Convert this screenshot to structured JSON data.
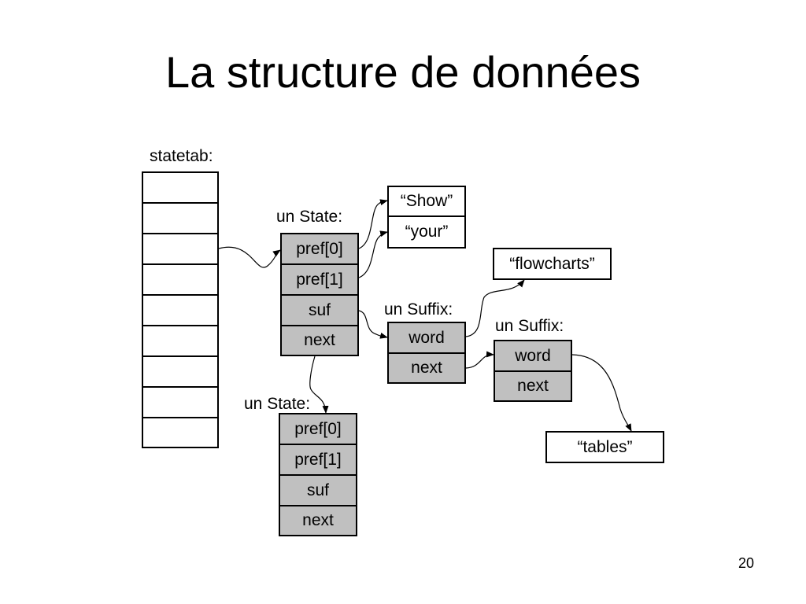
{
  "title": "La structure de données",
  "page_number": "20",
  "statetab": {
    "label": "statetab:",
    "rows": [
      "",
      "",
      "",
      "",
      "",
      "",
      "",
      "",
      ""
    ]
  },
  "state1": {
    "label": "un State:",
    "fields": [
      "pref[0]",
      "pref[1]",
      "suf",
      "next"
    ]
  },
  "state2": {
    "label": "un State:",
    "fields": [
      "pref[0]",
      "pref[1]",
      "suf",
      "next"
    ]
  },
  "words": {
    "show": "“Show”",
    "your": "“your”",
    "flowcharts": "“flowcharts”",
    "tables": "“tables”"
  },
  "suffix1": {
    "label": "un Suffix:",
    "fields": [
      "word",
      "next"
    ]
  },
  "suffix2": {
    "label": "un Suffix:",
    "fields": [
      "word",
      "next"
    ]
  },
  "colors": {
    "node_fill": "#c0c0c0",
    "line": "#000000",
    "background": "#ffffff"
  }
}
